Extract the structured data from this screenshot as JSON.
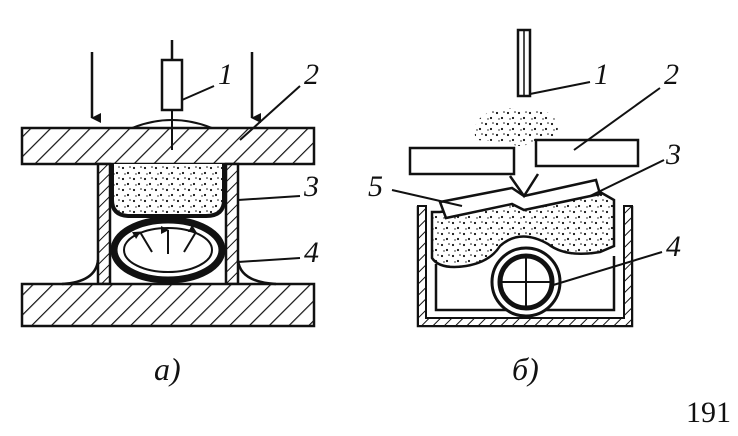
{
  "figure_a": {
    "caption": "а)",
    "labels": [
      "1",
      "2",
      "3",
      "4"
    ]
  },
  "figure_b": {
    "caption": "б)",
    "labels": [
      "1",
      "2",
      "3",
      "4",
      "5"
    ]
  },
  "page_number": "191",
  "colors": {
    "ink": "#111111",
    "paper": "#ffffff"
  }
}
